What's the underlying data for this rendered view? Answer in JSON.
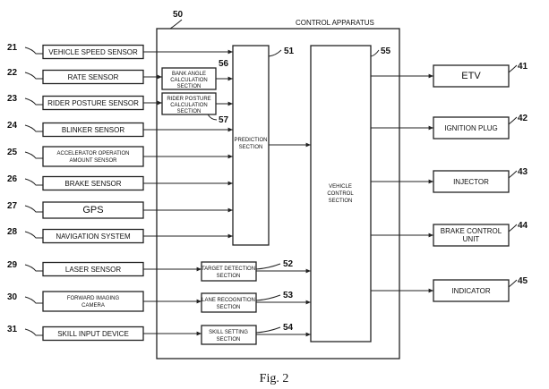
{
  "caption": "Fig. 2",
  "control_apparatus": {
    "label": "CONTROL APPARATUS",
    "ref": "50"
  },
  "sensors": [
    {
      "ref": "21",
      "lines": [
        "VEHICLE SPEED SENSOR"
      ]
    },
    {
      "ref": "22",
      "lines": [
        "RATE SENSOR"
      ]
    },
    {
      "ref": "23",
      "lines": [
        "RIDER POSTURE SENSOR"
      ]
    },
    {
      "ref": "24",
      "lines": [
        "BLINKER SENSOR"
      ]
    },
    {
      "ref": "25",
      "lines": [
        "ACCELERATOR OPERATION",
        "AMOUNT SENSOR"
      ]
    },
    {
      "ref": "26",
      "lines": [
        "BRAKE SENSOR"
      ]
    },
    {
      "ref": "27",
      "lines": [
        "GPS"
      ]
    },
    {
      "ref": "28",
      "lines": [
        "NAVIGATION SYSTEM"
      ]
    },
    {
      "ref": "29",
      "lines": [
        "LASER SENSOR"
      ]
    },
    {
      "ref": "30",
      "lines": [
        "FORWARD IMAGING",
        "CAMERA"
      ]
    },
    {
      "ref": "31",
      "lines": [
        "SKILL INPUT DEVICE"
      ]
    }
  ],
  "calc": [
    {
      "ref": "56",
      "lines": [
        "BANK ANGLE",
        "CALCULATION",
        "SECTION"
      ]
    },
    {
      "ref": "57",
      "lines": [
        "RIDER POSTURE",
        "CALCULATION",
        "SECTION"
      ]
    }
  ],
  "prediction": {
    "ref": "51",
    "lines": [
      "PREDICTION",
      "SECTION"
    ]
  },
  "sections": [
    {
      "ref": "52",
      "lines": [
        "TARGET DETECTION",
        "SECTION"
      ]
    },
    {
      "ref": "53",
      "lines": [
        "LANE RECOGNITION",
        "SECTION"
      ]
    },
    {
      "ref": "54",
      "lines": [
        "SKILL SETTING",
        "SECTION"
      ]
    }
  ],
  "vehicle_control": {
    "ref": "55",
    "lines": [
      "VEHICLE",
      "CONTROL",
      "SECTION"
    ]
  },
  "outputs": [
    {
      "ref": "41",
      "lines": [
        "ETV"
      ]
    },
    {
      "ref": "42",
      "lines": [
        "IGNITION PLUG"
      ]
    },
    {
      "ref": "43",
      "lines": [
        "INJECTOR"
      ]
    },
    {
      "ref": "44",
      "lines": [
        "BRAKE CONTROL",
        "UNIT"
      ]
    },
    {
      "ref": "45",
      "lines": [
        "INDICATOR"
      ]
    }
  ]
}
